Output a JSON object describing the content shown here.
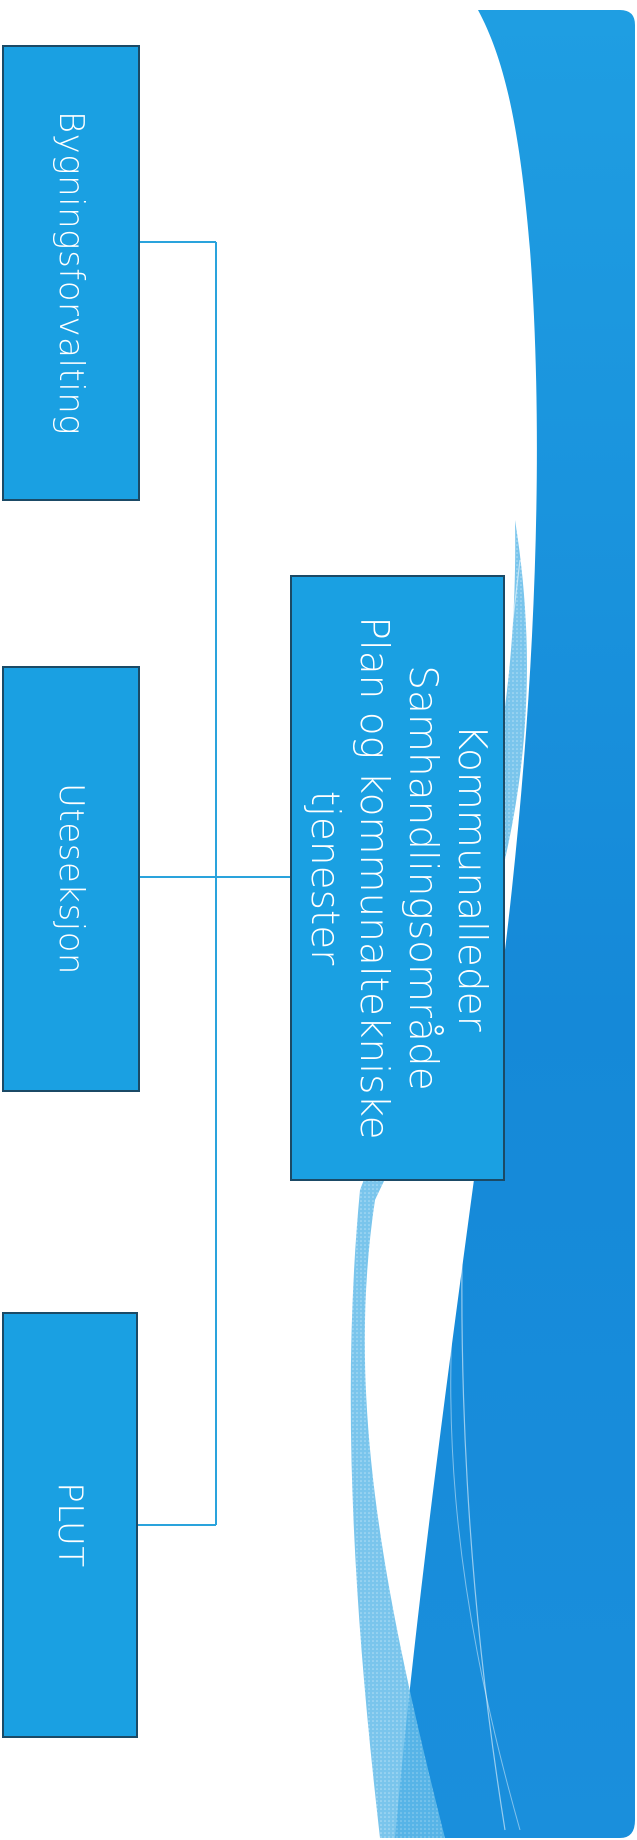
{
  "colors": {
    "box_fill": "#1aa0e2",
    "box_border": "#1b4a66",
    "connector": "#2aa3dc",
    "background_accent": "#1593de"
  },
  "root": {
    "lines": [
      "Kommunalleder",
      "Samhandlingsområde",
      "Plan og kommunaltekniske",
      "tjenester"
    ]
  },
  "children": [
    {
      "label": "Bygningsforvalting"
    },
    {
      "label": "Uteseksjon"
    },
    {
      "label": "PLUT"
    }
  ]
}
